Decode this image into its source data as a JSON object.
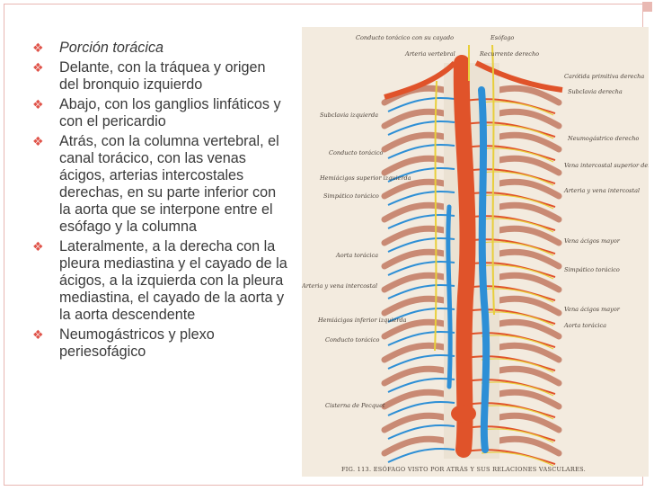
{
  "bullets": [
    {
      "text": "Porción torácica",
      "italic": true
    },
    {
      "text": "Delante, con la tráquea y origen del bronquio izquierdo"
    },
    {
      "text": "Abajo, con los ganglios linfáticos y con el pericardio"
    },
    {
      "text": "Atrás, con la columna vertebral, el canal torácico, con las venas ácigos, arterias intercostales derechas, en su parte inferior con la aorta que se interpone entre el esófago y la columna"
    },
    {
      "text": "Lateralmente, a la derecha con la pleura mediastina y el cayado de la ácigos, a la izquierda con la pleura mediastina, el cayado de la aorta y la aorta descendente"
    },
    {
      "text": "Neumogástricos y plexo periesofágico"
    }
  ],
  "figure": {
    "labels_top": {
      "conducto_cayado": "Conducto torácico con su cayado",
      "esofago": "Esófago",
      "arteria_vertebral": "Arteria vertebral",
      "recurrente": "Recurrente derecho"
    },
    "labels_left": {
      "subclavia_izq": "Subclavia izquierda",
      "conducto": "Conducto torácico",
      "hemiacigos_sup": "Hemiácigos superior izquierda",
      "simpatico": "Simpático torácico",
      "aorta": "Aorta torácica",
      "arteria_vena": "Arteria y vena intercostal",
      "hemiacigos_inf": "Hemiácigos inferior izquierda",
      "conducto2": "Conducto torácico",
      "cisterna": "Cisterna de Pecquet"
    },
    "labels_right": {
      "carotida": "Carótida primitiva derecha",
      "subclavia_der": "Subclavia derecha",
      "neumogastrico": "Neumogástrico derecho",
      "vena_intercostal": "Vena intercostal superior derecha",
      "arteria_vena_der": "Arteria y vena intercostal",
      "vena_acigos": "Vena ácigos mayor",
      "simpatico_der": "Simpático torácico",
      "vena_acigos2": "Vena ácigos mayor",
      "aorta_der": "Aorta torácica"
    },
    "caption": "FIG. 113. ESÓFAGO VISTO POR ATRÁS Y SUS RELACIONES VASCULARES.",
    "colors": {
      "artery": "#e0532a",
      "vein": "#2d8fd6",
      "nerve": "#e8cf3a",
      "rib": "#c98a74",
      "spine": "#ebe2d3"
    }
  }
}
